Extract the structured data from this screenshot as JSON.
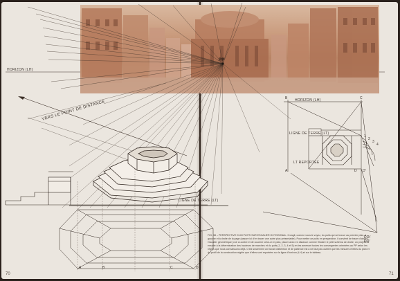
{
  "labels": {
    "pp": "PP",
    "horizon_left": "HORIZON (LH)",
    "horizon_right": "HORIZON (LH)",
    "distance_point": "VERS LE POINT DE DISTANCE",
    "ground_line_center": "LIGNE DE TERRE (LT)",
    "ground_line_right": "LIGNE DE TERRE (LT)",
    "lt_rotated": "LT REPORTEE",
    "dd": "DD/\nDD'"
  },
  "letters": {
    "a": "A",
    "b": "B",
    "c": "C",
    "d": "D",
    "r_b": "B",
    "r_c": "C",
    "r_d": "D",
    "r_d2": "D'",
    "r_a": "A",
    "n1": "1",
    "n2": "2",
    "n3": "3",
    "n4": "4"
  },
  "caption": "FIG. 38 – PERSPECTIVE D'UN PUITS SUR ESCALIER OCTOGONAL. Il s'agit, comme vous le voyez, du puits qui se trouve au premier plan, à gauche et à droite de la page (assure ici d'en tracer une autre plus présentable). Pour mettre ce puits en perspective, il convient de tracer d'abord l'escalier géométrique (voir ci-contre et de coucher celui-ci en plan, placer avec en distance comme l'illustre le petit schéma de droite; on projettera ensuite à la détermination des hauteurs de marches et du puits (1, 2, 3, 4 et 5) en les amenant toutes les convergentes orientées au PP selon les règles que nous connaissons déjà. C'est seulement un travail d'attention et de patience est à ne faut pas oublier que les mesures réelles du plan et du profil de la construction réglée que d'elles sont reportées sur la ligne d'horizon (LH) et sur le tableau.",
  "page_numbers": {
    "left": "70",
    "right": "71"
  },
  "colors": {
    "paper": "#ebe6df",
    "ink": "#3b332d",
    "painting": "#c69478"
  }
}
